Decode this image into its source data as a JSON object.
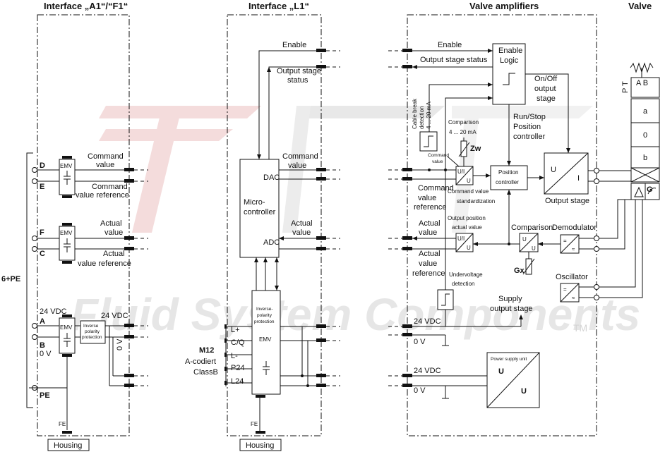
{
  "headers": {
    "interface_a1_f1": "Interface „A1“/“F1“",
    "interface_l1": "Interface „L1“",
    "valve_amplifiers": "Valve amplifiers",
    "valve": "Valve"
  },
  "left": {
    "six_pe": "6+PE",
    "pins": {
      "d": "D",
      "e": "E",
      "f": "F",
      "c": "C",
      "a": "A",
      "b": "B",
      "pe": "PE"
    },
    "emv": "EMV",
    "command_value_1": "Command",
    "command_value_2": "value",
    "command_ref_1": "Command",
    "command_ref_2": "value reference",
    "actual_value_1": "Actual",
    "actual_value_2": "value",
    "actual_ref_1": "Actual",
    "actual_ref_2": "value reference",
    "v24_vdc": "24 VDC",
    "v0": "0 V",
    "inverse_1": "Inverse",
    "inverse_2": "polarity",
    "inverse_3": "protection",
    "v24_vdc_out": "24 VDC",
    "v0_rot": "0 V",
    "fe": "FE",
    "housing": "Housing"
  },
  "l1": {
    "enable": "Enable",
    "output_stage_1": "Output stage",
    "output_stage_2": "status",
    "command_value_1": "Command",
    "command_value_2": "value",
    "dac": "DAC",
    "micro_1": "Micro-",
    "micro_2": "controller",
    "actual_value_1": "Actual",
    "actual_value_2": "value",
    "adc": "ADC",
    "inverse_1": "Inverse-",
    "inverse_2": "polarity",
    "inverse_3": "protection",
    "emv": "EMV",
    "pins": [
      "L+",
      "C/Q",
      "L-",
      "P24",
      "L24"
    ],
    "m12": "M12",
    "m12_2": "A-codiert",
    "m12_3": "ClassB",
    "fe": "FE",
    "housing": "Housing"
  },
  "amp": {
    "enable": "Enable",
    "output_stage_status": "Output stage status",
    "enable_logic_1": "Enable",
    "enable_logic_2": "Logic",
    "onoff_1": "On/Off",
    "onoff_2": "output",
    "onoff_3": "stage",
    "runstop_1": "Run/Stop",
    "runstop_2": "Position",
    "runstop_3": "controller",
    "cable_break_1": "Cable break",
    "cable_break_2": "detection",
    "cable_break_3": "4 ... 20 mA",
    "comparison_1": "Comparison",
    "comparison_2": "4 ... 20 mA",
    "zw": "Zw",
    "command_small_1": "Command",
    "command_small_2": "value",
    "command_1": "Command",
    "command_2": "value",
    "command_3": "reference",
    "iu": "U/I",
    "u": "U",
    "std_1": "Command value",
    "std_2": "standardization",
    "position_1": "Position",
    "position_2": "controller",
    "output_stage_U": "U",
    "output_stage_I": "I",
    "output_stage": "Output stage",
    "outpos_1": "Output position",
    "outpos_2": "actual value",
    "actual_1": "Actual",
    "actual_2": "value",
    "actual_ref_1": "Actual",
    "actual_ref_2": "value",
    "actual_ref_3": "reference",
    "comparison": "Comparison",
    "gx": "Gx",
    "demodulator": "Demodulator",
    "oscillator": "Oscillator",
    "under_1": "Undervoltage",
    "under_2": "detection",
    "supply_1": "Supply",
    "supply_2": "output stage",
    "v24_1": "24 VDC",
    "v0_1": "0 V",
    "v24_2": "24 VDC",
    "v0_2": "0 V",
    "psu_label": "Power supply unit",
    "psu_u1": "U",
    "psu_u2": "U"
  },
  "valve": {
    "ports_top": "A  B",
    "ports_bot": "P  T",
    "pos_a": "a",
    "pos_0": "0",
    "pos_b": "b",
    "g": "G"
  },
  "watermark": {
    "text": "Fluid System Components",
    "tm": "TM"
  },
  "colors": {
    "line": "#111111",
    "watermark": "#e6e6e6",
    "logo_red": "#f2d6d6"
  }
}
